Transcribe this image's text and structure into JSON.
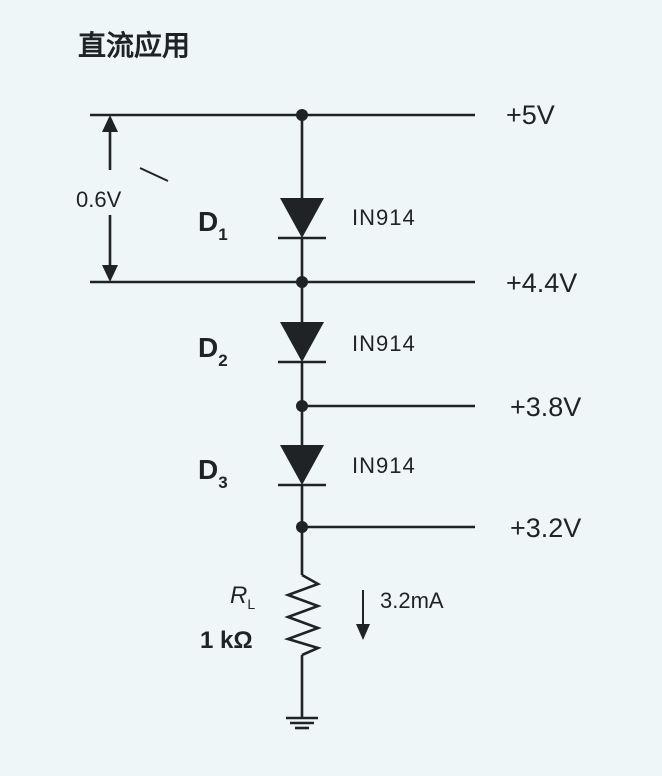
{
  "title": "直流应用",
  "rails": [
    {
      "voltage": "+5V"
    },
    {
      "voltage": "+4.4V"
    },
    {
      "voltage": "+3.8V"
    },
    {
      "voltage": "+3.2V"
    }
  ],
  "drop_label": "0.6V",
  "diodes": [
    {
      "name": "D",
      "sub": "1",
      "part": "IN914"
    },
    {
      "name": "D",
      "sub": "2",
      "part": "IN914"
    },
    {
      "name": "D",
      "sub": "3",
      "part": "IN914"
    }
  ],
  "resistor": {
    "name": "R",
    "sub": "L",
    "value": "1 kΩ"
  },
  "current": "3.2mA",
  "colors": {
    "ink": "#1f2326",
    "background": "#eef6f8"
  }
}
